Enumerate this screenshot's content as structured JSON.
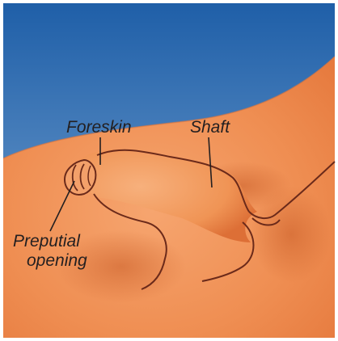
{
  "labels": {
    "foreskin": "Foreskin",
    "shaft": "Shaft",
    "preputial_line1": "Preputial",
    "preputial_line2": "opening"
  },
  "colors": {
    "sky_top": "#1f5fa8",
    "sky_bottom": "#7fa9d4",
    "skin_light": "#f4a06a",
    "skin_mid": "#ee8a4c",
    "skin_dark": "#d86a32",
    "outline": "#6b2a1a",
    "label_text": "#231f20",
    "leader_line": "#231f20"
  }
}
